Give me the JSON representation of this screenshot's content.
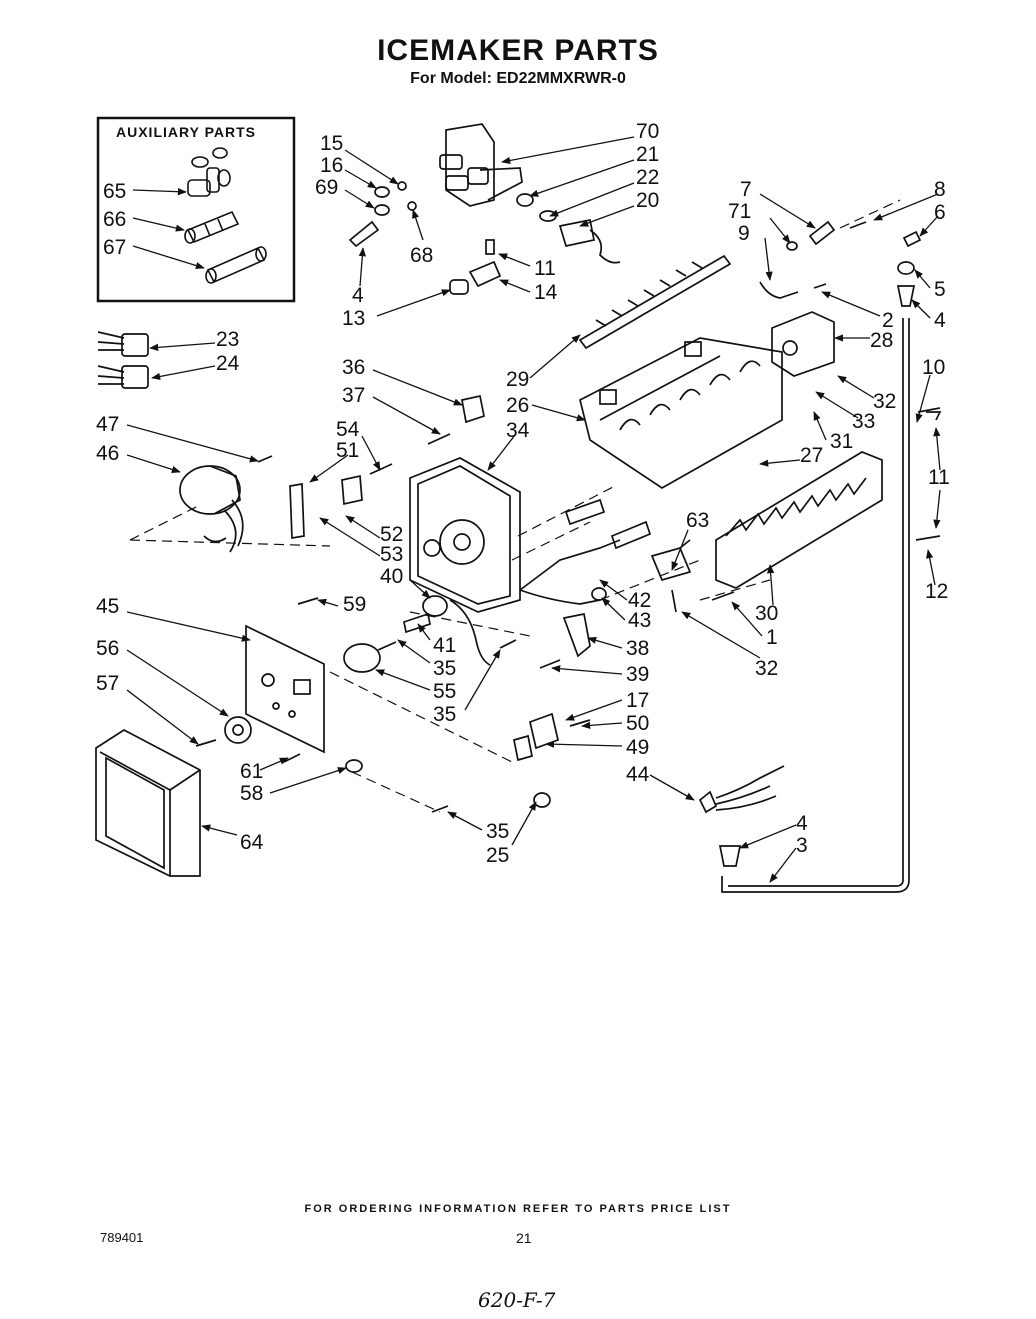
{
  "header": {
    "title": "ICEMAKER PARTS",
    "subtitle": "For Model: ED22MMXRWR-0"
  },
  "auxiliary_box": {
    "title": "AUXILIARY PARTS"
  },
  "callouts": [
    {
      "id": "c65",
      "text": "65"
    },
    {
      "id": "c66",
      "text": "66"
    },
    {
      "id": "c67",
      "text": "67"
    },
    {
      "id": "c15",
      "text": "15"
    },
    {
      "id": "c16",
      "text": "16"
    },
    {
      "id": "c69",
      "text": "69"
    },
    {
      "id": "c68",
      "text": "68"
    },
    {
      "id": "c4a",
      "text": "4"
    },
    {
      "id": "c13",
      "text": "13"
    },
    {
      "id": "c11a",
      "text": "11"
    },
    {
      "id": "c14",
      "text": "14"
    },
    {
      "id": "c70",
      "text": "70"
    },
    {
      "id": "c21",
      "text": "21"
    },
    {
      "id": "c22",
      "text": "22"
    },
    {
      "id": "c20",
      "text": "20"
    },
    {
      "id": "c7",
      "text": "7"
    },
    {
      "id": "c71",
      "text": "71"
    },
    {
      "id": "c9",
      "text": "9"
    },
    {
      "id": "c8",
      "text": "8"
    },
    {
      "id": "c6",
      "text": "6"
    },
    {
      "id": "c5",
      "text": "5"
    },
    {
      "id": "c4b",
      "text": "4"
    },
    {
      "id": "c2",
      "text": "2"
    },
    {
      "id": "c28",
      "text": "28"
    },
    {
      "id": "c23",
      "text": "23"
    },
    {
      "id": "c24",
      "text": "24"
    },
    {
      "id": "c36",
      "text": "36"
    },
    {
      "id": "c37",
      "text": "37"
    },
    {
      "id": "c29",
      "text": "29"
    },
    {
      "id": "c26",
      "text": "26"
    },
    {
      "id": "c34",
      "text": "34"
    },
    {
      "id": "c54",
      "text": "54"
    },
    {
      "id": "c51",
      "text": "51"
    },
    {
      "id": "c47",
      "text": "47"
    },
    {
      "id": "c46",
      "text": "46"
    },
    {
      "id": "c10",
      "text": "10"
    },
    {
      "id": "c32a",
      "text": "32"
    },
    {
      "id": "c33",
      "text": "33"
    },
    {
      "id": "c31",
      "text": "31"
    },
    {
      "id": "c27",
      "text": "27"
    },
    {
      "id": "c11b",
      "text": "11"
    },
    {
      "id": "c52",
      "text": "52"
    },
    {
      "id": "c53",
      "text": "53"
    },
    {
      "id": "c40",
      "text": "40"
    },
    {
      "id": "c63",
      "text": "63"
    },
    {
      "id": "c12",
      "text": "12"
    },
    {
      "id": "c42",
      "text": "42"
    },
    {
      "id": "c43",
      "text": "43"
    },
    {
      "id": "c30",
      "text": "30"
    },
    {
      "id": "c45",
      "text": "45"
    },
    {
      "id": "c59",
      "text": "59"
    },
    {
      "id": "c41",
      "text": "41"
    },
    {
      "id": "c35a",
      "text": "35"
    },
    {
      "id": "c55",
      "text": "55"
    },
    {
      "id": "c35b",
      "text": "35"
    },
    {
      "id": "c38",
      "text": "38"
    },
    {
      "id": "c1",
      "text": "1"
    },
    {
      "id": "c39",
      "text": "39"
    },
    {
      "id": "c32b",
      "text": "32"
    },
    {
      "id": "c56",
      "text": "56"
    },
    {
      "id": "c57",
      "text": "57"
    },
    {
      "id": "c17",
      "text": "17"
    },
    {
      "id": "c50",
      "text": "50"
    },
    {
      "id": "c49",
      "text": "49"
    },
    {
      "id": "c44",
      "text": "44"
    },
    {
      "id": "c61",
      "text": "61"
    },
    {
      "id": "c58",
      "text": "58"
    },
    {
      "id": "c64",
      "text": "64"
    },
    {
      "id": "c35c",
      "text": "35"
    },
    {
      "id": "c25",
      "text": "25"
    },
    {
      "id": "c4c",
      "text": "4"
    },
    {
      "id": "c3",
      "text": "3"
    }
  ],
  "footer": {
    "ordering_note": "FOR ORDERING INFORMATION REFER TO PARTS PRICE LIST",
    "doc_number": "789401",
    "page_number": "21",
    "handwritten_note": "620-F-7"
  }
}
